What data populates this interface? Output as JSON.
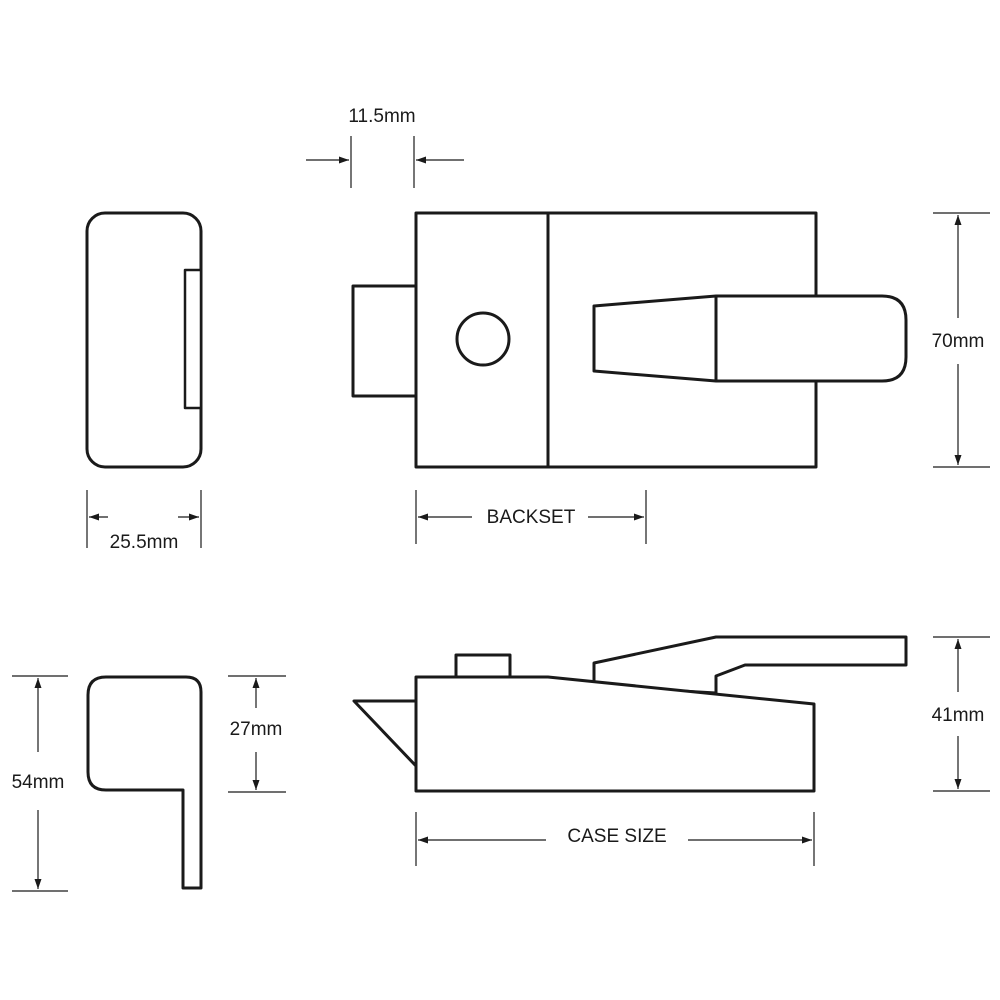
{
  "dimensions": {
    "throw": "11.5mm",
    "depth": "25.5mm",
    "backset": "BACKSET",
    "height": "70mm",
    "overall_height": "54mm",
    "upper_height": "27mm",
    "handle_height": "41mm",
    "case_size": "CASE SIZE"
  },
  "colors": {
    "line": "#1a1a1a",
    "background": "#ffffff"
  }
}
